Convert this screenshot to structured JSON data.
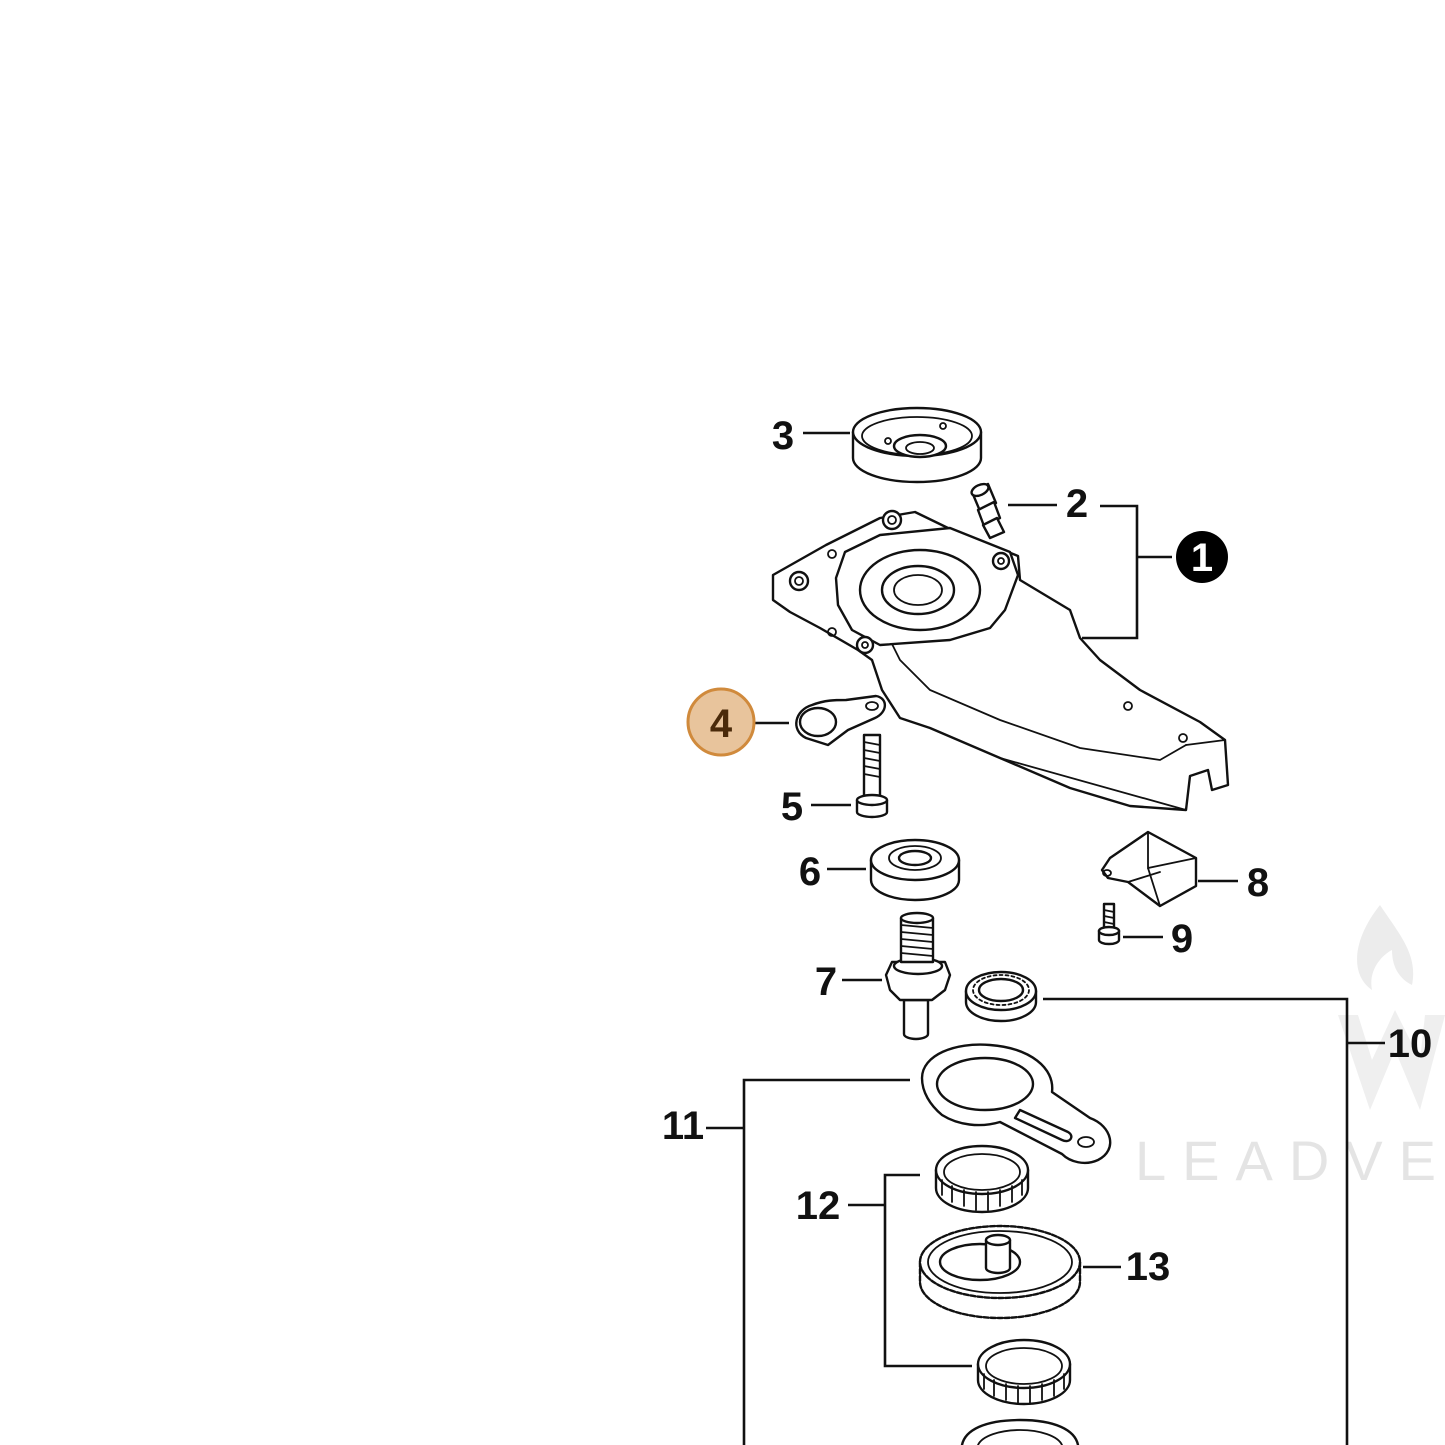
{
  "diagram": {
    "labels": {
      "p1": "1",
      "p2": "2",
      "p3": "3",
      "p4": "4",
      "p5": "5",
      "p6": "6",
      "p7": "7",
      "p8": "8",
      "p9": "9",
      "p10": "10",
      "p11": "11",
      "p12": "12",
      "p13": "13"
    },
    "highlight": {
      "label": "4",
      "fill": "#e8c49c",
      "stroke": "#d08a3c"
    },
    "watermark": "LEADVEN"
  }
}
